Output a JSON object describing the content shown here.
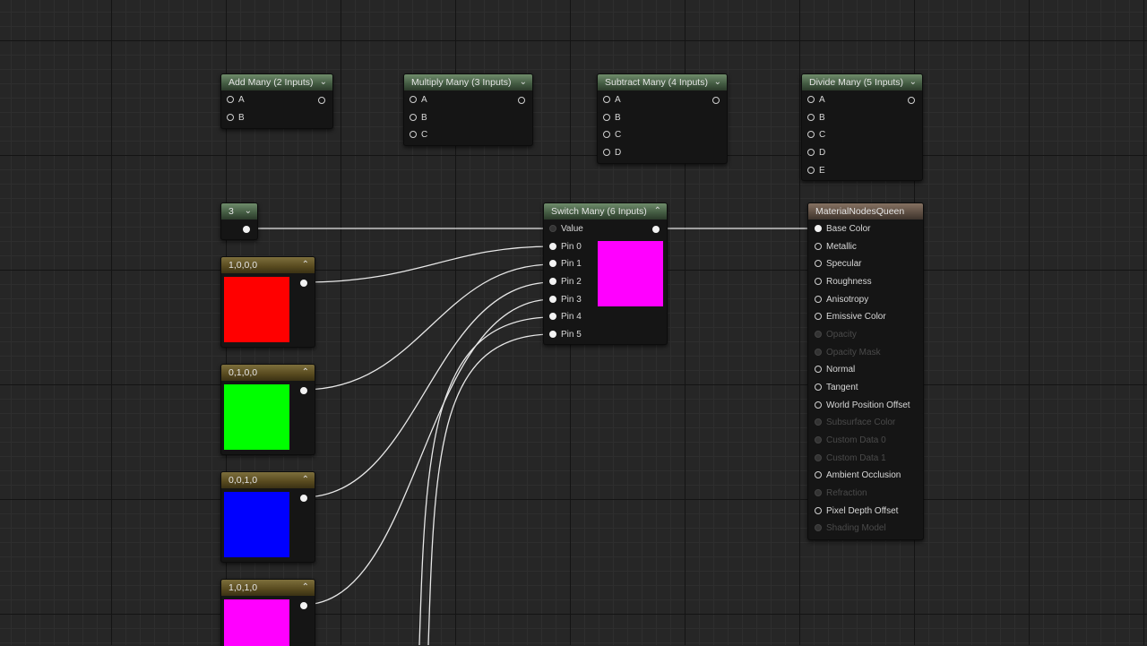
{
  "nodes": {
    "add": {
      "title": "Add Many (2 Inputs)",
      "pins": [
        "A",
        "B"
      ]
    },
    "multiply": {
      "title": "Multiply Many (3 Inputs)",
      "pins": [
        "A",
        "B",
        "C"
      ]
    },
    "subtract": {
      "title": "Subtract Many (4 Inputs)",
      "pins": [
        "A",
        "B",
        "C",
        "D"
      ]
    },
    "divide": {
      "title": "Divide Many (5 Inputs)",
      "pins": [
        "A",
        "B",
        "C",
        "D",
        "E"
      ]
    },
    "constant": {
      "title": "3"
    },
    "switch": {
      "title": "Switch Many (6 Inputs)",
      "pins": [
        "Value",
        "Pin 0",
        "Pin 1",
        "Pin 2",
        "Pin 3",
        "Pin 4",
        "Pin 5"
      ],
      "preview_color": "#ff00ff"
    },
    "colors": [
      {
        "title": "1,0,0,0",
        "color": "#ff0000"
      },
      {
        "title": "0,1,0,0",
        "color": "#00ff00"
      },
      {
        "title": "0,0,1,0",
        "color": "#0000ff"
      },
      {
        "title": "1,0,1,0",
        "color": "#ff00ff"
      }
    ],
    "material": {
      "title": "MaterialNodesQueen",
      "pins": [
        {
          "label": "Base Color",
          "enabled": true,
          "connected": true
        },
        {
          "label": "Metallic",
          "enabled": true,
          "connected": false
        },
        {
          "label": "Specular",
          "enabled": true,
          "connected": false
        },
        {
          "label": "Roughness",
          "enabled": true,
          "connected": false
        },
        {
          "label": "Anisotropy",
          "enabled": true,
          "connected": false
        },
        {
          "label": "Emissive Color",
          "enabled": true,
          "connected": false
        },
        {
          "label": "Opacity",
          "enabled": false,
          "connected": false
        },
        {
          "label": "Opacity Mask",
          "enabled": false,
          "connected": false
        },
        {
          "label": "Normal",
          "enabled": true,
          "connected": false
        },
        {
          "label": "Tangent",
          "enabled": true,
          "connected": false
        },
        {
          "label": "World Position Offset",
          "enabled": true,
          "connected": false
        },
        {
          "label": "Subsurface Color",
          "enabled": false,
          "connected": false
        },
        {
          "label": "Custom Data 0",
          "enabled": false,
          "connected": false
        },
        {
          "label": "Custom Data 1",
          "enabled": false,
          "connected": false
        },
        {
          "label": "Ambient Occlusion",
          "enabled": true,
          "connected": false
        },
        {
          "label": "Refraction",
          "enabled": false,
          "connected": false
        },
        {
          "label": "Pixel Depth Offset",
          "enabled": true,
          "connected": false
        },
        {
          "label": "Shading Model",
          "enabled": false,
          "connected": false
        }
      ]
    }
  },
  "icons": {
    "collapse": "chevron-down-icon",
    "expand": "chevron-up-icon"
  }
}
